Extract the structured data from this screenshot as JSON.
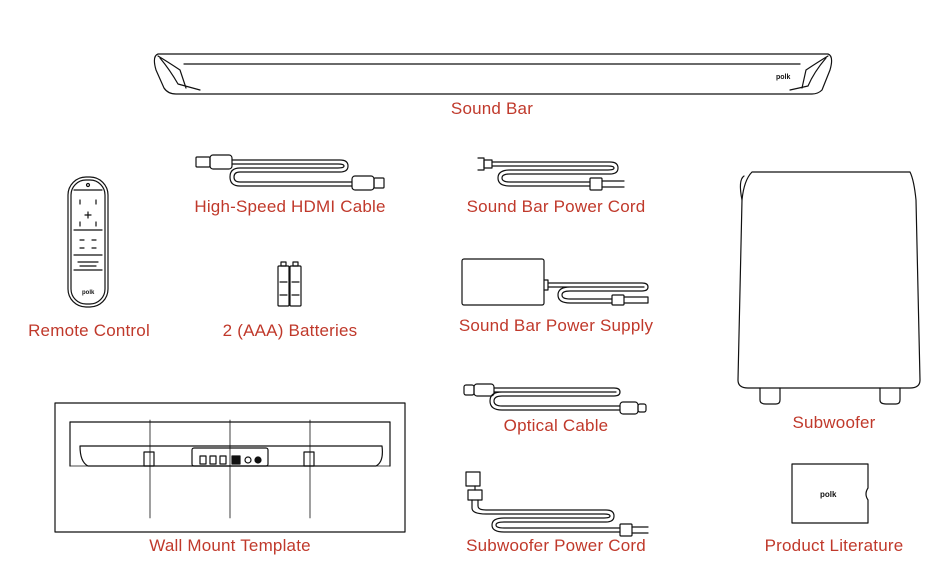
{
  "labels": {
    "sound_bar": "Sound Bar",
    "hdmi_cable": "High-Speed HDMI Cable",
    "sb_power_cord": "Sound Bar Power Cord",
    "remote": "Remote Control",
    "batteries": "2 (AAA) Batteries",
    "sb_power_supply": "Sound Bar Power Supply",
    "optical_cable": "Optical Cable",
    "subwoofer": "Subwoofer",
    "wall_template": "Wall Mount Template",
    "sub_power_cord": "Subwoofer Power Cord",
    "literature": "Product Literature"
  },
  "brand": "polk",
  "colors": {
    "label": "#c0392b",
    "line": "#111111"
  }
}
